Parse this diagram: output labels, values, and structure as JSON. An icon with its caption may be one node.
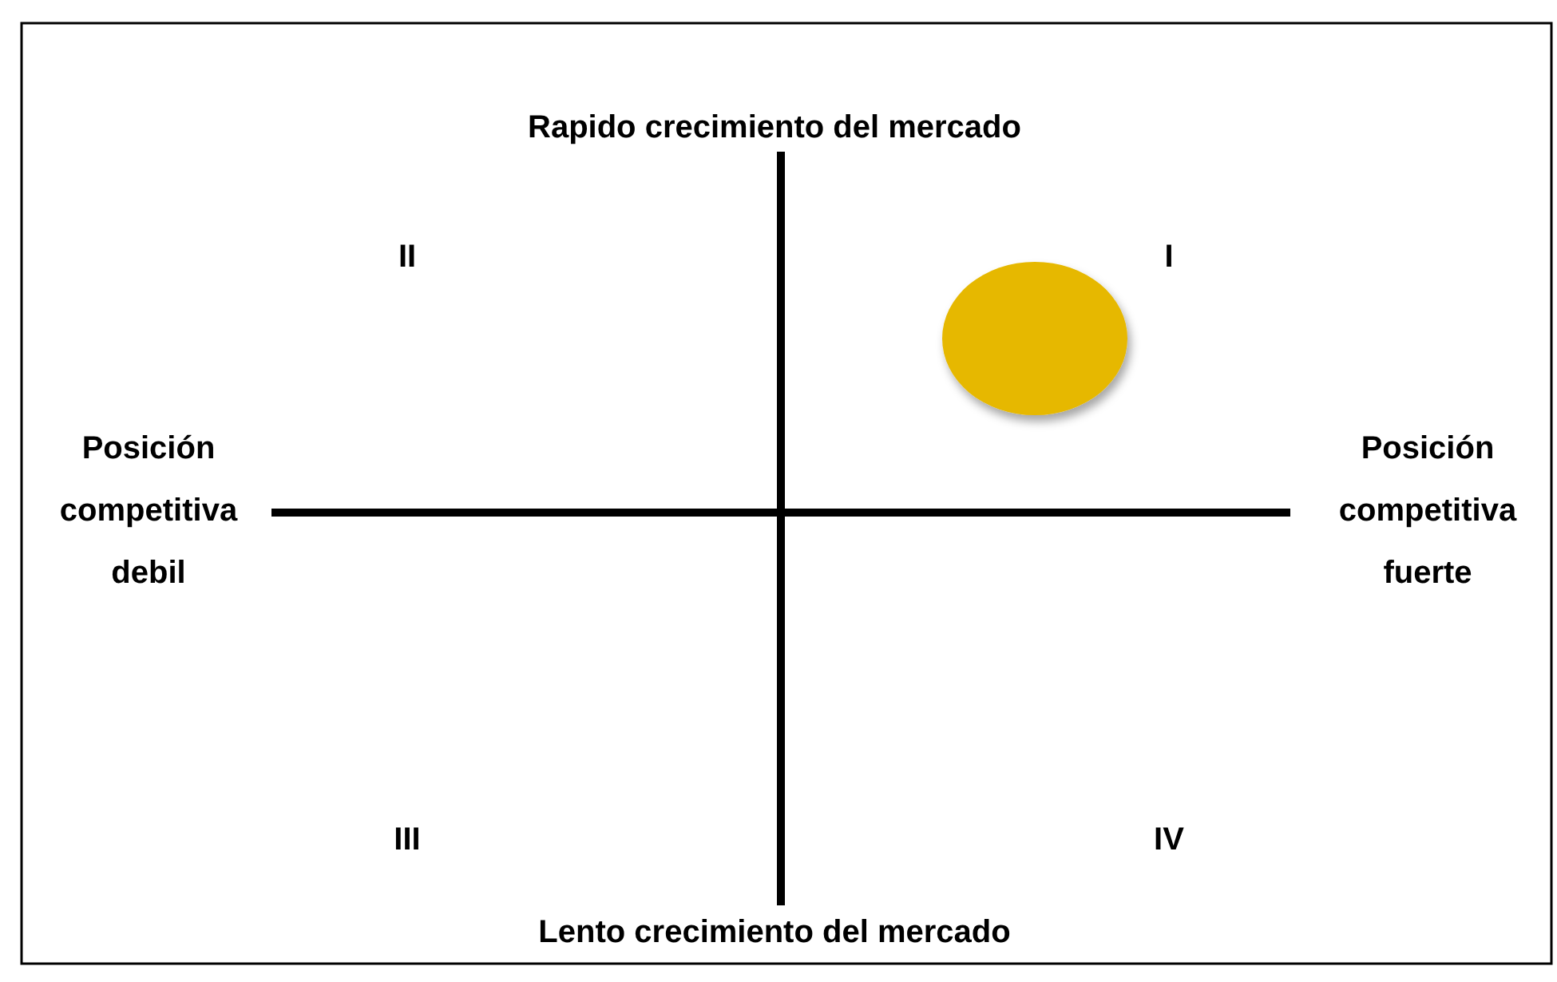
{
  "diagram": {
    "nodes": [
      {
        "text": [],
        "shape": "circle"
      }
    ],
    "labels": [
      "Rapido crecimiento del mercado",
      "II",
      "I",
      "Posición competitiva debil",
      "Posición competitiva fuerte",
      "III",
      "IV",
      "Lento crecimiento del mercado"
    ]
  }
}
